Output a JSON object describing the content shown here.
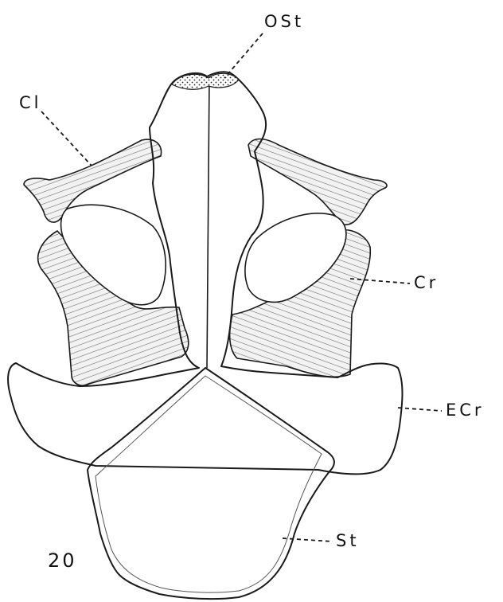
{
  "figure": {
    "number": "20",
    "labels": {
      "omosternum": "OSt",
      "clavicle": "Cl",
      "coracoid": "Cr",
      "epicoracoid": "ECr",
      "sternum": "St"
    }
  },
  "colors": {
    "ink": "#1a1a1a",
    "background": "#ffffff",
    "bone_fill": "#efefef"
  }
}
